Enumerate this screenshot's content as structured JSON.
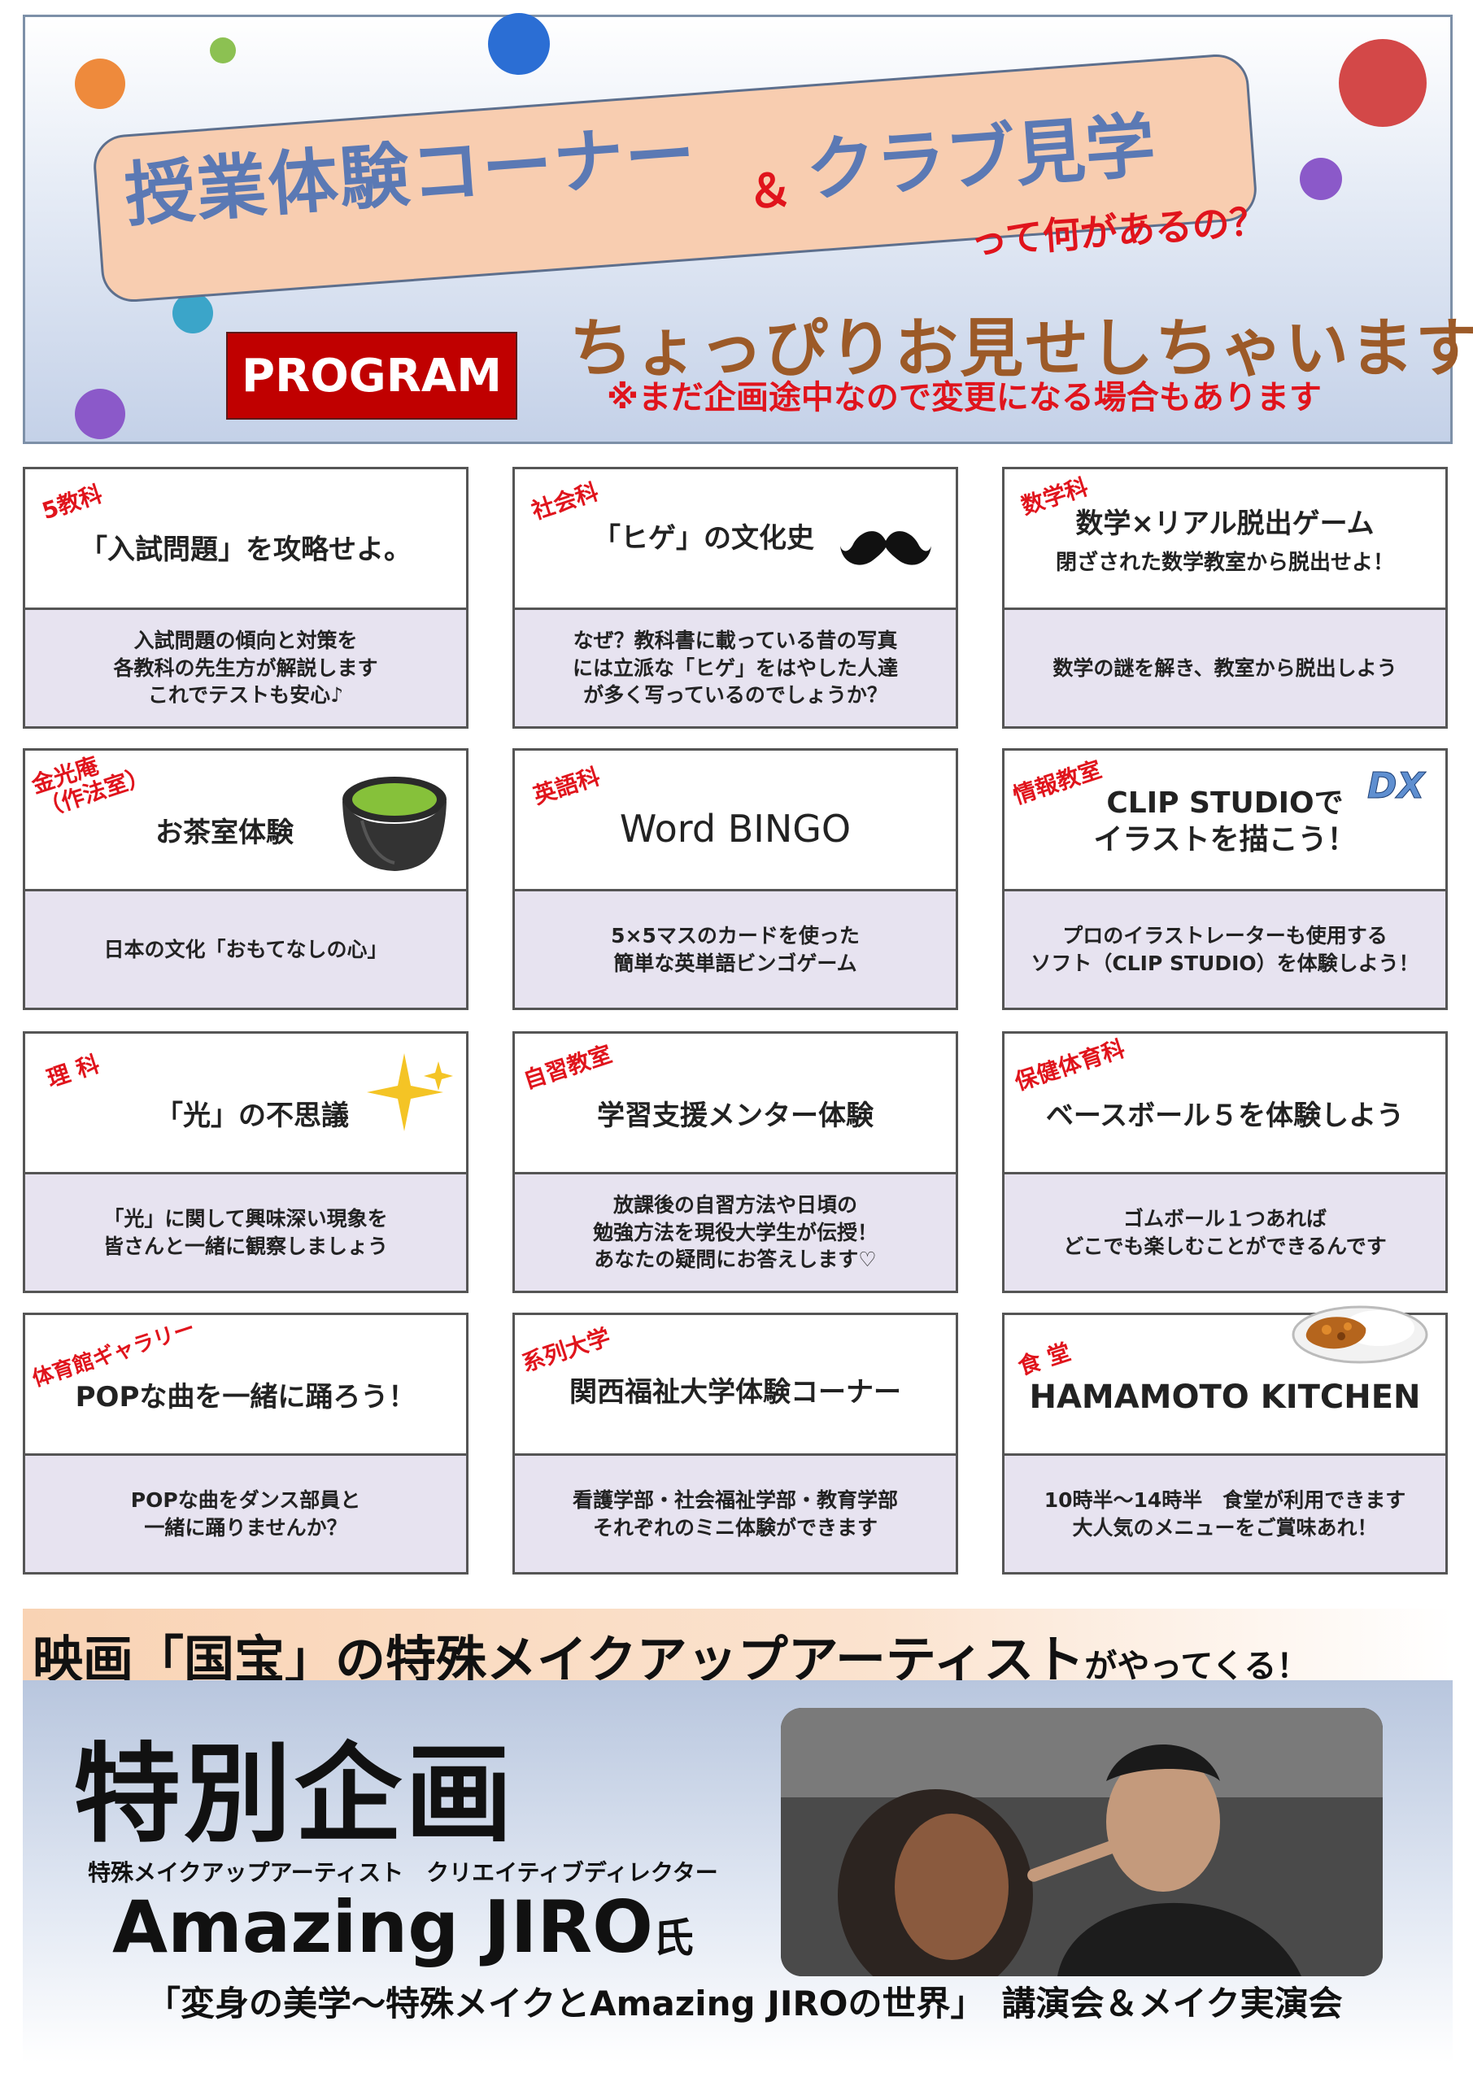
{
  "header": {
    "title_main": "授業体験コーナー",
    "title_amp": "＆",
    "title_right": "クラブ見学",
    "title_sub": "って何があるの？",
    "program_label": "PROGRAM",
    "preview_text": "ちょっぴりお見せしちゃいます",
    "notice_text": "※まだ企画途中なので変更になる場合もあります"
  },
  "cards": [
    {
      "tag": "5教科",
      "title": "「入試問題」を攻略せよ。",
      "subtitle": "",
      "desc": "入試問題の傾向と対策を\n各教科の先生方が解説します\nこれでテストも安心♪",
      "icon": "none"
    },
    {
      "tag": "社会科",
      "title": "「ヒゲ」の文化史",
      "subtitle": "",
      "desc": "なぜ？教科書に載っている昔の写真\nには立派な「ヒゲ」をはやした人達\nが多く写っているのでしょうか？",
      "icon": "mustache-icon"
    },
    {
      "tag": "数学科",
      "title": "数学×リアル脱出ゲーム",
      "subtitle": "閉ざされた数学教室から脱出せよ！",
      "desc": "数学の謎を解き、教室から脱出しよう",
      "icon": "none"
    },
    {
      "tag": "金光庵\n（作法室）",
      "title": "お茶室体験",
      "subtitle": "",
      "desc": "日本の文化「おもてなしの心」",
      "icon": "tea-bowl-icon"
    },
    {
      "tag": "英語科",
      "title": "Word BINGO",
      "subtitle": "",
      "desc": "5×5マスのカードを使った\n簡単な英単語ビンゴゲーム",
      "icon": "none"
    },
    {
      "tag": "情報教室",
      "title": "CLIP STUDIOで\nイラストを描こう！",
      "subtitle": "",
      "desc": "プロのイラストレーターも使用する\nソフト（CLIP STUDIO）を体験しよう！",
      "icon": "dx-badge",
      "badge": "DX"
    },
    {
      "tag": "理 科",
      "title": "「光」の不思議",
      "subtitle": "",
      "desc": "「光」に関して興味深い現象を\n皆さんと一緒に観察しましょう",
      "icon": "sparkle-icon"
    },
    {
      "tag": "自習教室",
      "title": "学習支援メンター体験",
      "subtitle": "",
      "desc": "放課後の自習方法や日頃の\n勉強方法を現役大学生が伝授！\nあなたの疑問にお答えします♡",
      "icon": "none"
    },
    {
      "tag": "保健体育科",
      "title": "ベースボール５を体験しよう",
      "subtitle": "",
      "desc": "ゴムボール１つあれば\nどこでも楽しむことができるんです",
      "icon": "none"
    },
    {
      "tag": "体育館ギャラリー",
      "title": "POPな曲を一緒に踊ろう！",
      "subtitle": "",
      "desc": "POPな曲をダンス部員と\n一緒に踊りませんか？",
      "icon": "none"
    },
    {
      "tag": "系列大学",
      "title": "関西福祉大学体験コーナー",
      "subtitle": "",
      "desc": "看護学部・社会福祉学部・教育学部\nそれぞれのミニ体験ができます",
      "icon": "none"
    },
    {
      "tag": "食 堂",
      "title": "HAMAMOTO KITCHEN",
      "subtitle": "",
      "desc": "10時半～14時半　食堂が利用できます\n大人気のメニューをご賞味あれ！",
      "icon": "curry-icon"
    }
  ],
  "banner": {
    "text_big": "映画「国宝」の特殊メイクアップアーティスト",
    "text_small": "がやってくる！"
  },
  "special": {
    "title": "特別企画",
    "artist_role": "特殊メイクアップアーティスト　クリエイティブディレクター",
    "artist_name": "Amazing JIRO",
    "artist_suffix": "氏",
    "lecture_title": "「変身の美学～特殊メイクとAmazing JIROの世界」　講演会＆メイク実演会"
  },
  "colors": {
    "accent_red": "#e0141c",
    "program_badge": "#c00000",
    "title_blue": "#5b79b4",
    "title_card": "#f8cdb0",
    "preview_brown": "#9c5a28",
    "card_bottom": "#e7e3f0"
  }
}
